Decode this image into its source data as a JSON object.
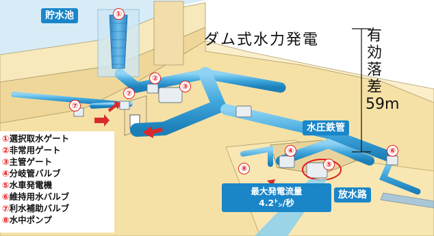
{
  "labels": {
    "reservoir": "貯水池",
    "title": "ダム式水力発電",
    "head": "有効落差59m",
    "penstock": "水圧鉄管",
    "tailrace": "放水路"
  },
  "flow_box": {
    "line1": "最大発電流量",
    "line2": "4.2㌧/秒"
  },
  "markers": [
    "①",
    "②",
    "③",
    "⑥",
    "⑦",
    "⑦",
    "④",
    "⑤",
    "⑧"
  ],
  "legend": [
    {
      "num": "①",
      "text": "選択取水ゲート"
    },
    {
      "num": "②",
      "text": "非常用ゲート"
    },
    {
      "num": "③",
      "text": "主管ゲート"
    },
    {
      "num": "④",
      "text": "分岐管バルブ"
    },
    {
      "num": "⑤",
      "text": "水車発電機"
    },
    {
      "num": "⑥",
      "text": "維持用水バルブ"
    },
    {
      "num": "⑦",
      "text": "利水補助バルブ"
    },
    {
      "num": "⑧",
      "text": "水中ポンプ"
    }
  ],
  "colors": {
    "pipe": "#4fb2e3",
    "label_box": "#1a86c8",
    "marker": "#e21b1b",
    "dam": "#f6e6b2",
    "water": "#d7ecf6"
  }
}
